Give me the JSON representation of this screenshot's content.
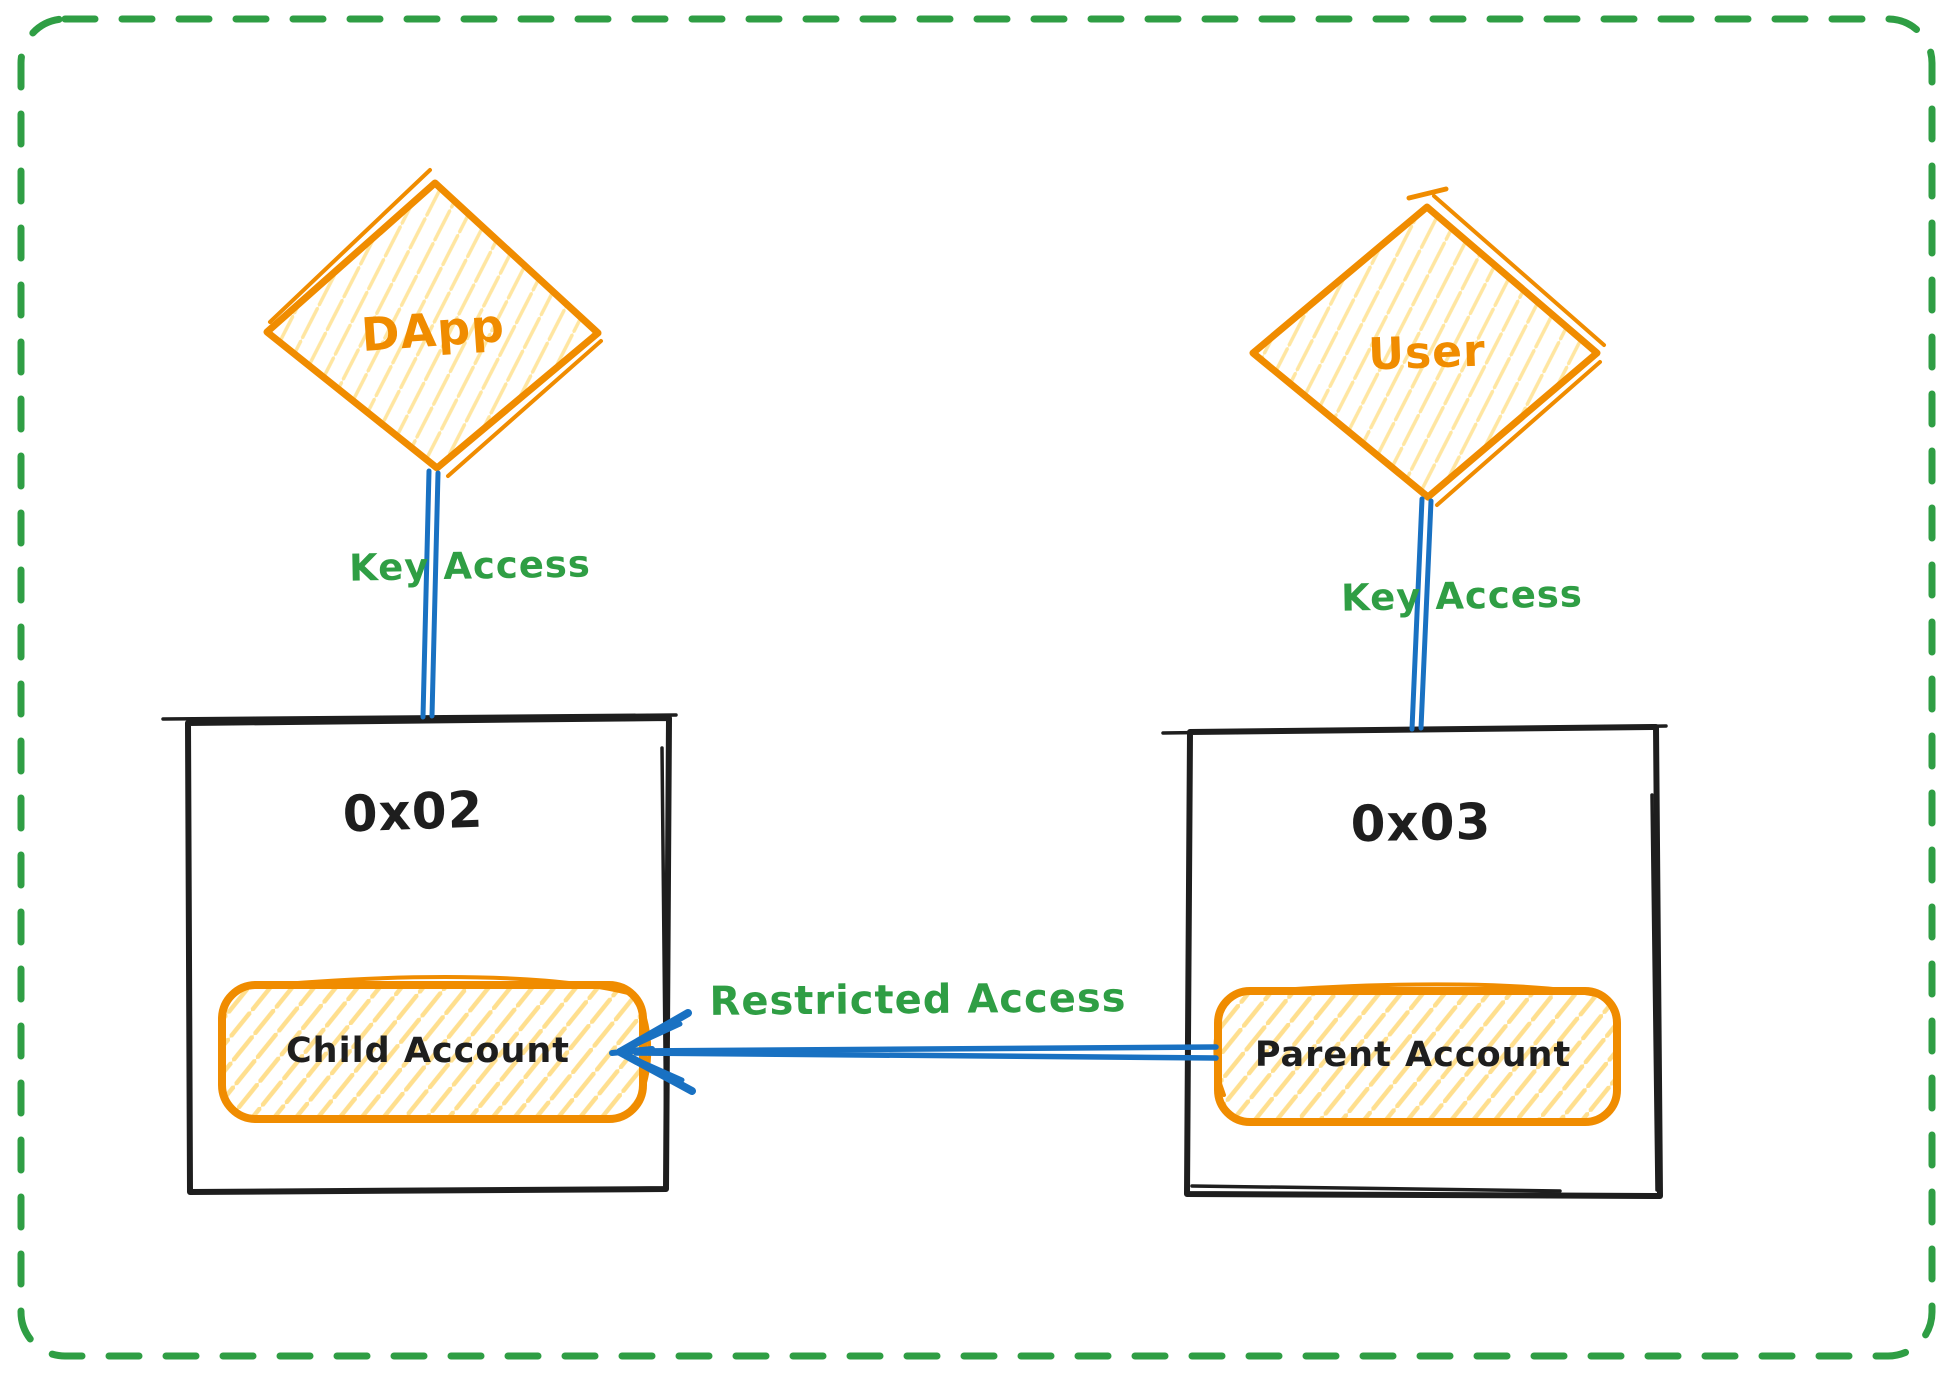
{
  "diagram": {
    "frame": {
      "border_color": "#2f9e44",
      "style": "dashed-rounded"
    },
    "nodes": {
      "dapp": {
        "label": "DApp",
        "shape": "diamond"
      },
      "user": {
        "label": "User",
        "shape": "diamond"
      },
      "wallet_left": {
        "label": "0x02",
        "shape": "rectangle"
      },
      "wallet_right": {
        "label": "0x03",
        "shape": "rectangle"
      },
      "child_account": {
        "label": "Child Account",
        "shape": "rounded-rectangle"
      },
      "parent_account": {
        "label": "Parent Account",
        "shape": "rounded-rectangle"
      }
    },
    "edges": {
      "dapp_key": {
        "label": "Key Access",
        "from": "DApp",
        "to": "0x02",
        "type": "line"
      },
      "user_key": {
        "label": "Key Access",
        "from": "User",
        "to": "0x03",
        "type": "line"
      },
      "restricted": {
        "label": "Restricted Access",
        "from": "Parent Account",
        "to": "Child Account",
        "type": "arrow"
      }
    },
    "colors": {
      "orange": "#f08c00",
      "hachure_gold": "#ffdf8e",
      "hachure_light": "#ffe6a1",
      "blue": "#1971c2",
      "green": "#2f9e44",
      "black": "#1e1e1e",
      "background": "#ffffff"
    }
  }
}
